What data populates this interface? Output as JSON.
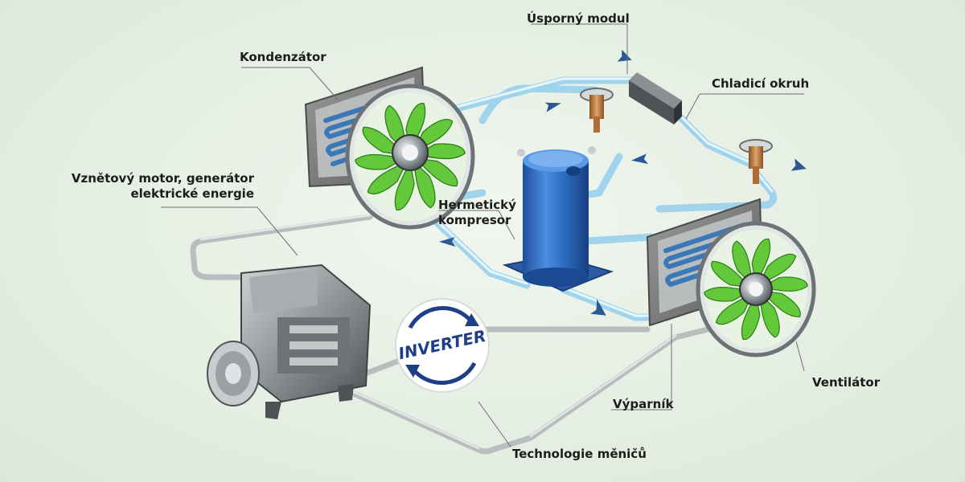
{
  "labels": {
    "kondenzator": "Kondenzátor",
    "usporny_modul": "Úsporný modul",
    "chladici_okruh": "Chladicí okruh",
    "motor_line1": "Vznětový motor, generátor",
    "motor_line2": "elektrické energie",
    "kompresor_line1": "Hermetický",
    "kompresor_line2": "kompresor",
    "ventilator": "Ventilátor",
    "vyparnik": "Výparník",
    "technologie": "Technologie měničů"
  },
  "inverter_badge": {
    "text": "INVERTER"
  },
  "colors": {
    "background": "#e4eee2",
    "refrigerant_pipe": "#bfe6f6",
    "power_cable": "#b9bdbd",
    "fan_blade": "#63c83a",
    "coil": "#3a78b8",
    "compressor": "#2f6fc3",
    "arrow": "#2a5a96",
    "valve": "#c7823e"
  }
}
